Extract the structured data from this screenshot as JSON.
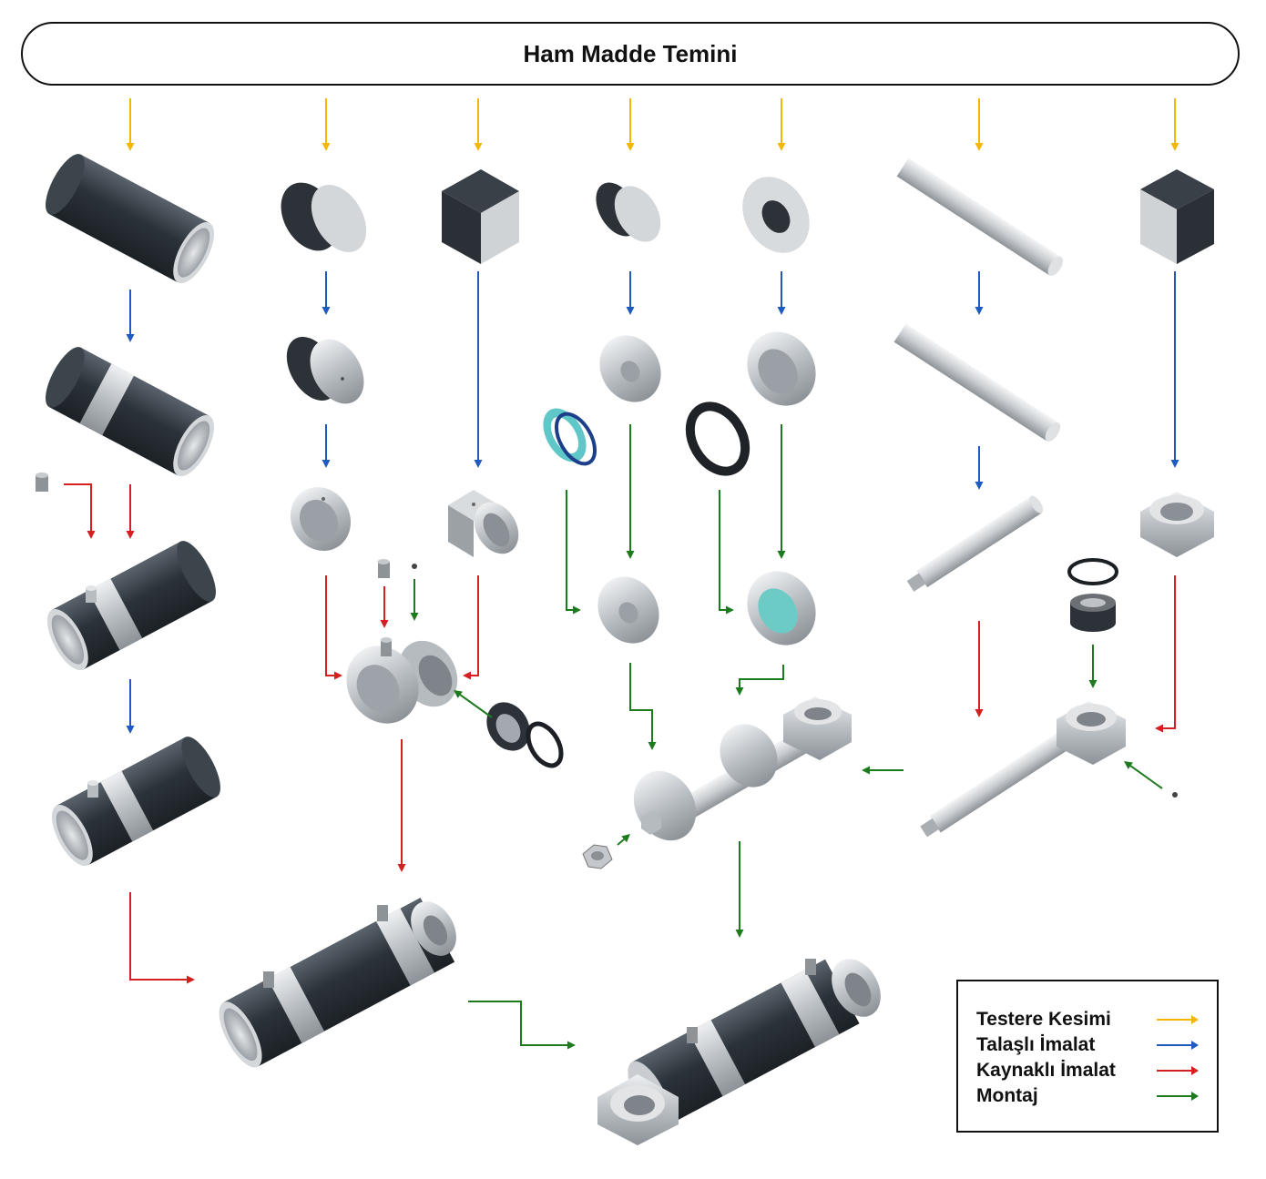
{
  "header": {
    "title": "Ham Madde Temini"
  },
  "legend": {
    "items": [
      {
        "label": "Testere Kesimi",
        "color": "#f2b705"
      },
      {
        "label": "Talaşlı İmalat",
        "color": "#1f5bbf"
      },
      {
        "label": "Kaynaklı İmalat",
        "color": "#d42020"
      },
      {
        "label": "Montaj",
        "color": "#1e7a1e"
      }
    ]
  },
  "colors": {
    "sawing": "#f2b705",
    "machining": "#1f5bbf",
    "welding": "#d42020",
    "assembly": "#1e7a1e",
    "dark_metal": "#2e353d",
    "steel": "#c4c8cc"
  }
}
